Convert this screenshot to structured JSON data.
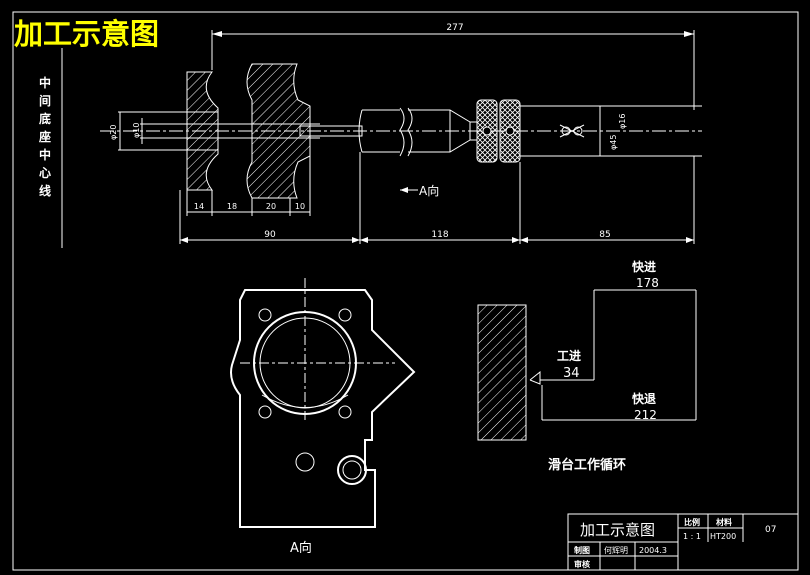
{
  "banner_title": "加工示意图",
  "base_centerline_label": [
    "中",
    "间",
    "底",
    "座",
    "中",
    "心",
    "线"
  ],
  "dimensions": {
    "overall_length": "277",
    "seg_14": "14",
    "seg_18": "18",
    "seg_20": "20",
    "seg_10": "10",
    "seg_90": "90",
    "seg_118": "118",
    "seg_85": "85",
    "dia_20": "φ20",
    "dia_10": "φ10",
    "dia_45": "φ45",
    "dia_16": "φ16"
  },
  "view_arrow_label": "A向",
  "bottom_view_label": "A向",
  "cycle": {
    "rapid_in_label": "快进",
    "rapid_in_value": "178",
    "work_feed_label": "工进",
    "work_feed_value": "34",
    "rapid_out_label": "快退",
    "rapid_out_value": "212",
    "caption": "滑台工作循环"
  },
  "title_block": {
    "title": "加工示意图",
    "scale_header": "比例",
    "scale_value": "1 : 1",
    "material_header": "材料",
    "material_value": "HT200",
    "sheet_no": "07",
    "drawn_label": "制图",
    "drawn_name": "何辉明",
    "drawn_date": "2004.3",
    "checked_label": "审核"
  },
  "colors": {
    "background": "#000000",
    "lines": "#ffffff",
    "banner": "#ffff00"
  }
}
